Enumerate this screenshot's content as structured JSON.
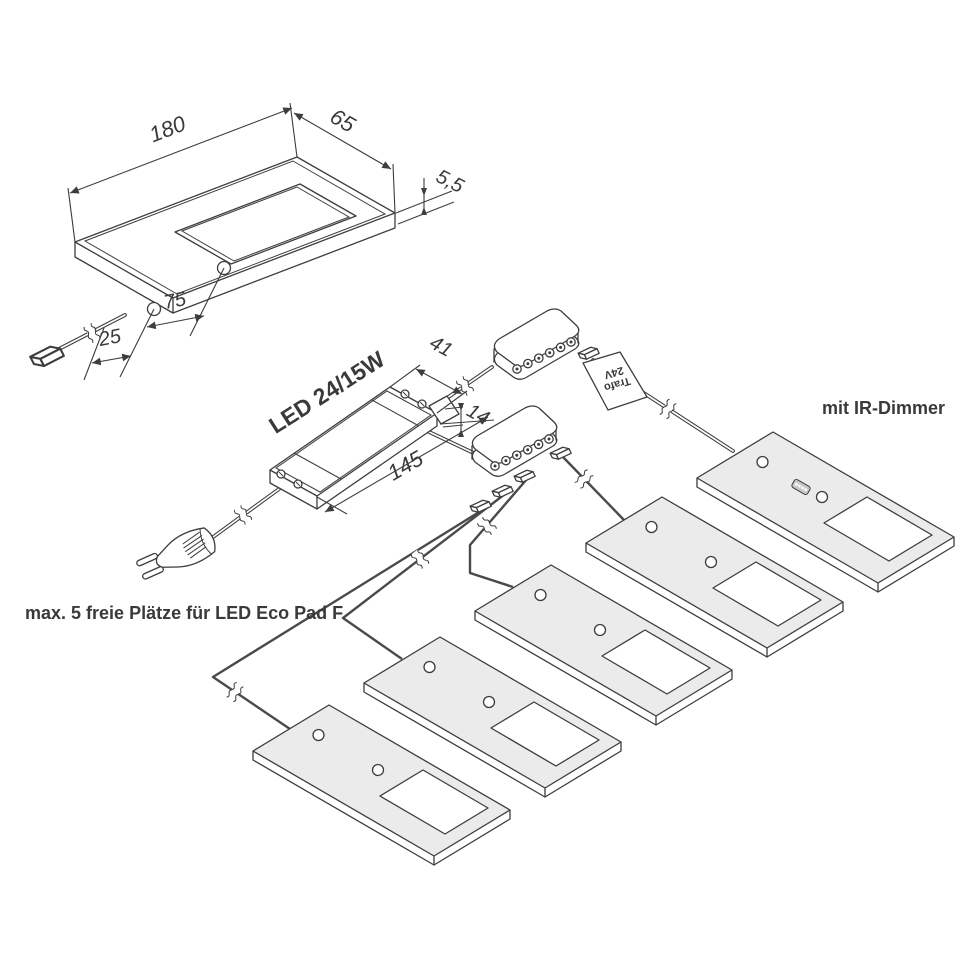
{
  "labels": {
    "driver": "LED 24/15W",
    "ir_dimmer": "mit IR-Dimmer",
    "caption": "max. 5 freie Plätze für LED Eco Pad F",
    "tag_line1": "Trafo",
    "tag_line2": "24V"
  },
  "dimensions": {
    "pad_length": "180",
    "pad_width": "65",
    "pad_thickness": "5,5",
    "hole_spacing": "75",
    "cable_offset": "25",
    "driver_width": "41",
    "driver_height": "14",
    "driver_length": "145"
  },
  "colors": {
    "line": "#3d3d3d",
    "cable": "#4a4a4a",
    "panel_fill": "#ebebeb",
    "text": "#3a3a3a",
    "background": "#ffffff"
  }
}
